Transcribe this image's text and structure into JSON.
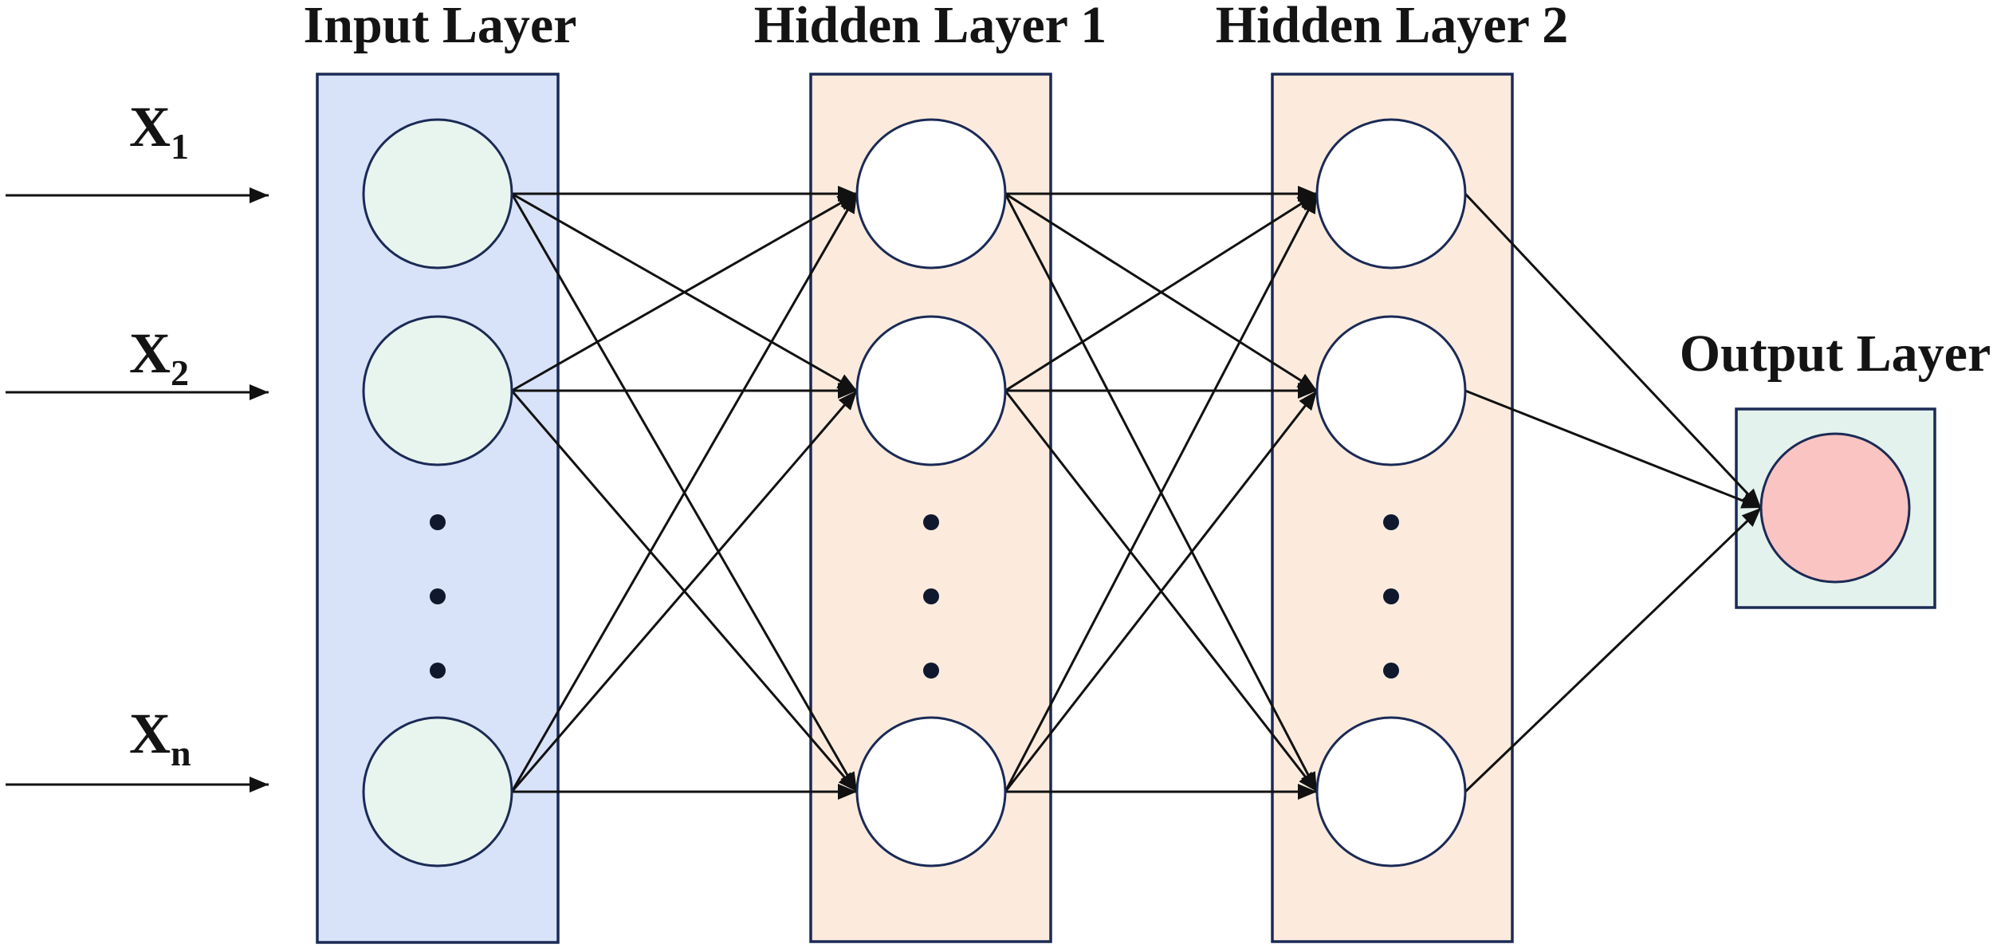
{
  "figure": {
    "type": "feedforward-neural-network-diagram",
    "layers": [
      {
        "id": "input",
        "label": "Input Layer",
        "box_fill": "#d8e2f8",
        "node_fill": "#e8f4ee",
        "visible_nodes": 3,
        "ellipsis_dots": 3
      },
      {
        "id": "hidden1",
        "label": "Hidden Layer 1",
        "box_fill": "#fcebdd",
        "node_fill": "#ffffff",
        "visible_nodes": 3,
        "ellipsis_dots": 3
      },
      {
        "id": "hidden2",
        "label": "Hidden Layer 2",
        "box_fill": "#fcebdd",
        "node_fill": "#ffffff",
        "visible_nodes": 3,
        "ellipsis_dots": 3
      },
      {
        "id": "output",
        "label": "Output Layer",
        "box_fill": "#e3f2ec",
        "node_fill": "#fac4c2",
        "visible_nodes": 1,
        "ellipsis_dots": 0
      }
    ],
    "inputs": [
      {
        "base": "X",
        "sub": "1"
      },
      {
        "base": "X",
        "sub": "2"
      },
      {
        "base": "X",
        "sub": "n"
      }
    ],
    "connectivity": {
      "input_to_hidden1": "fully connected (3 visible x 3 visible)",
      "hidden1_to_hidden2": "fully connected (3 visible x 3 visible)",
      "hidden2_to_output": "3 visible to 1 output node",
      "arrowheads": "filled black triangles at target nodes"
    },
    "colors": {
      "box_border": "#1b2a55",
      "line": "#111111",
      "text": "#141414",
      "dot": "#10182e",
      "background": "#ffffff"
    }
  }
}
